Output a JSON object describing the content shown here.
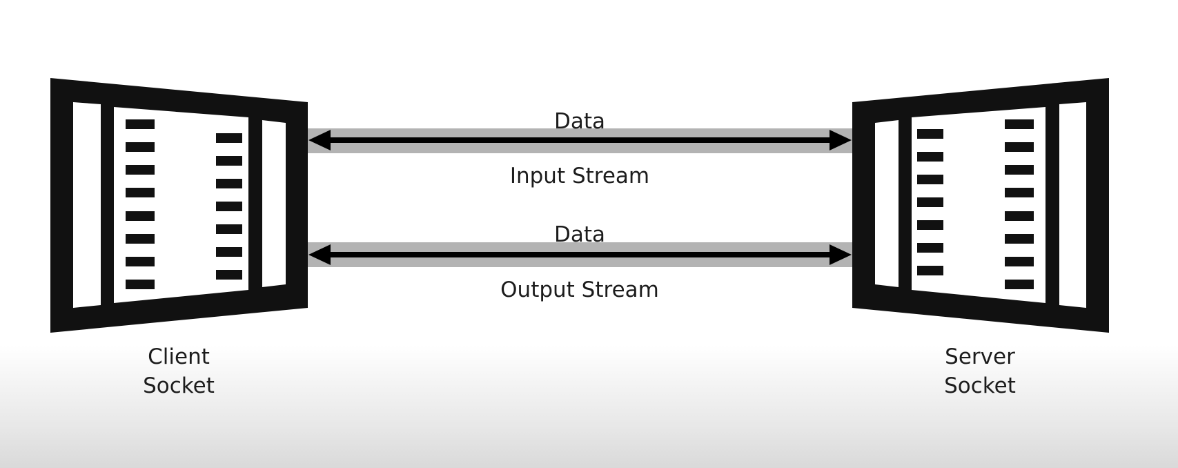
{
  "client": {
    "label_line1": "Client",
    "label_line2": "Socket"
  },
  "server": {
    "label_line1": "Server",
    "label_line2": "Socket"
  },
  "streams": [
    {
      "data_label": "Data",
      "name": "Input Stream"
    },
    {
      "data_label": "Data",
      "name": "Output Stream"
    }
  ],
  "colors": {
    "socket": "#111111",
    "pipe": "#b3b3b3",
    "arrow": "#000000"
  }
}
